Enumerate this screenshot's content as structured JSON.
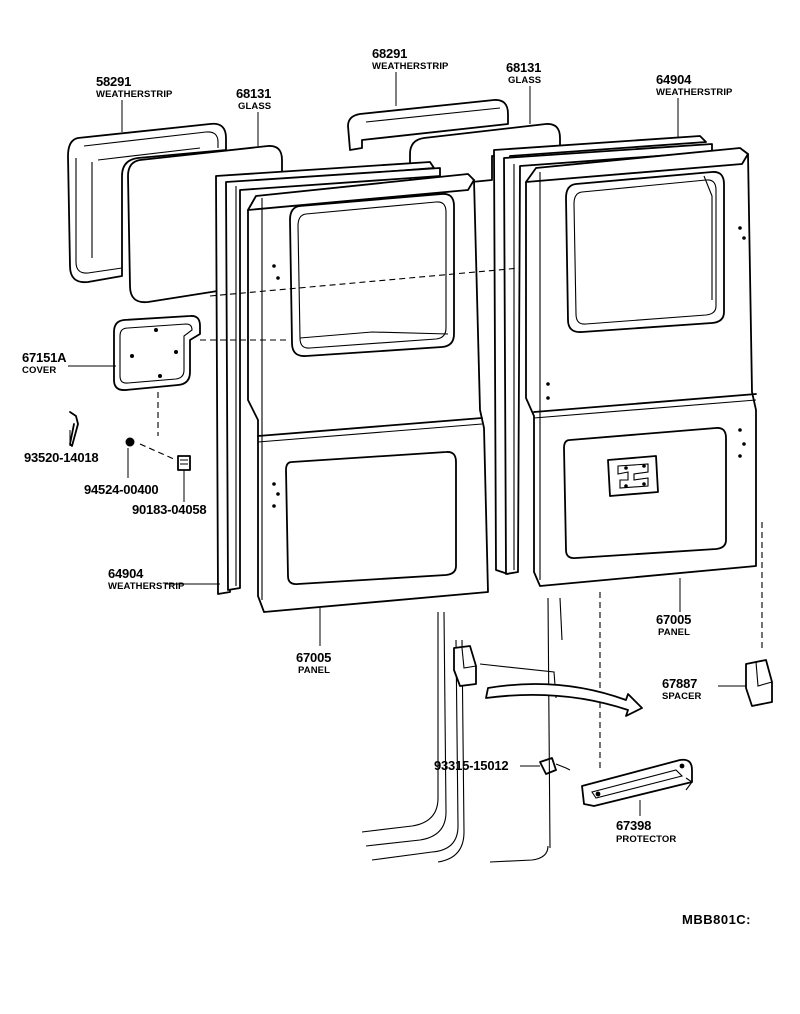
{
  "callouts": [
    {
      "id": "weatherstrip-58291",
      "part_number": "58291",
      "name": "WEATHERSTRIP"
    },
    {
      "id": "glass-68131-left",
      "part_number": "68131",
      "name": "GLASS"
    },
    {
      "id": "weatherstrip-68291",
      "part_number": "68291",
      "name": "WEATHERSTRIP"
    },
    {
      "id": "glass-68131-right",
      "part_number": "68131",
      "name": "GLASS"
    },
    {
      "id": "weatherstrip-64904-top",
      "part_number": "64904",
      "name": "WEATHERSTRIP"
    },
    {
      "id": "cover-67151a",
      "part_number": "67151A",
      "name": "COVER"
    },
    {
      "id": "screw-93520",
      "part_number": "93520-14018",
      "name": ""
    },
    {
      "id": "nut-94524",
      "part_number": "94524-00400",
      "name": ""
    },
    {
      "id": "bolt-90183",
      "part_number": "90183-04058",
      "name": ""
    },
    {
      "id": "weatherstrip-64904-left",
      "part_number": "64904",
      "name": "WEATHERSTRIP"
    },
    {
      "id": "panel-67005-left",
      "part_number": "67005",
      "name": "PANEL"
    },
    {
      "id": "panel-67005-right",
      "part_number": "67005",
      "name": "PANEL"
    },
    {
      "id": "spacer-67887",
      "part_number": "67887",
      "name": "SPACER"
    },
    {
      "id": "screw-93315",
      "part_number": "93315-15012",
      "name": ""
    },
    {
      "id": "protector-67398",
      "part_number": "67398",
      "name": "PROTECTOR"
    }
  ],
  "diagram_code": "MBB801C:"
}
